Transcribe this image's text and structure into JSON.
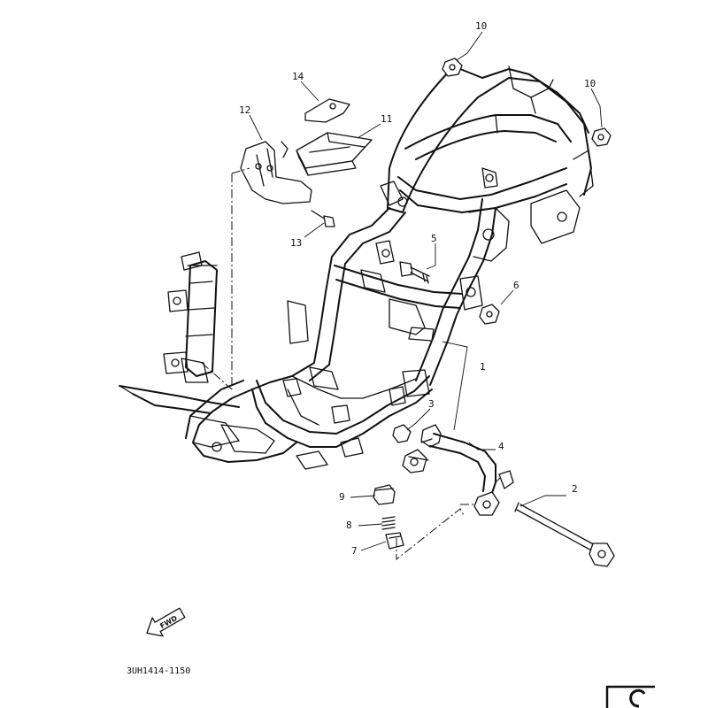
{
  "diagram": {
    "callouts": [
      {
        "id": "c1",
        "label": "1"
      },
      {
        "id": "c2",
        "label": "2"
      },
      {
        "id": "c3",
        "label": "3"
      },
      {
        "id": "c4",
        "label": "4"
      },
      {
        "id": "c5",
        "label": "5"
      },
      {
        "id": "c6",
        "label": "6"
      },
      {
        "id": "c7",
        "label": "7"
      },
      {
        "id": "c8",
        "label": "8"
      },
      {
        "id": "c9",
        "label": "9"
      },
      {
        "id": "c10a",
        "label": "10"
      },
      {
        "id": "c10b",
        "label": "10"
      },
      {
        "id": "c11",
        "label": "11"
      },
      {
        "id": "c12",
        "label": "12"
      },
      {
        "id": "c13",
        "label": "13"
      },
      {
        "id": "c14",
        "label": "14"
      }
    ],
    "fwd_label": "FWD",
    "diagram_code": "3UH1414-1150"
  }
}
